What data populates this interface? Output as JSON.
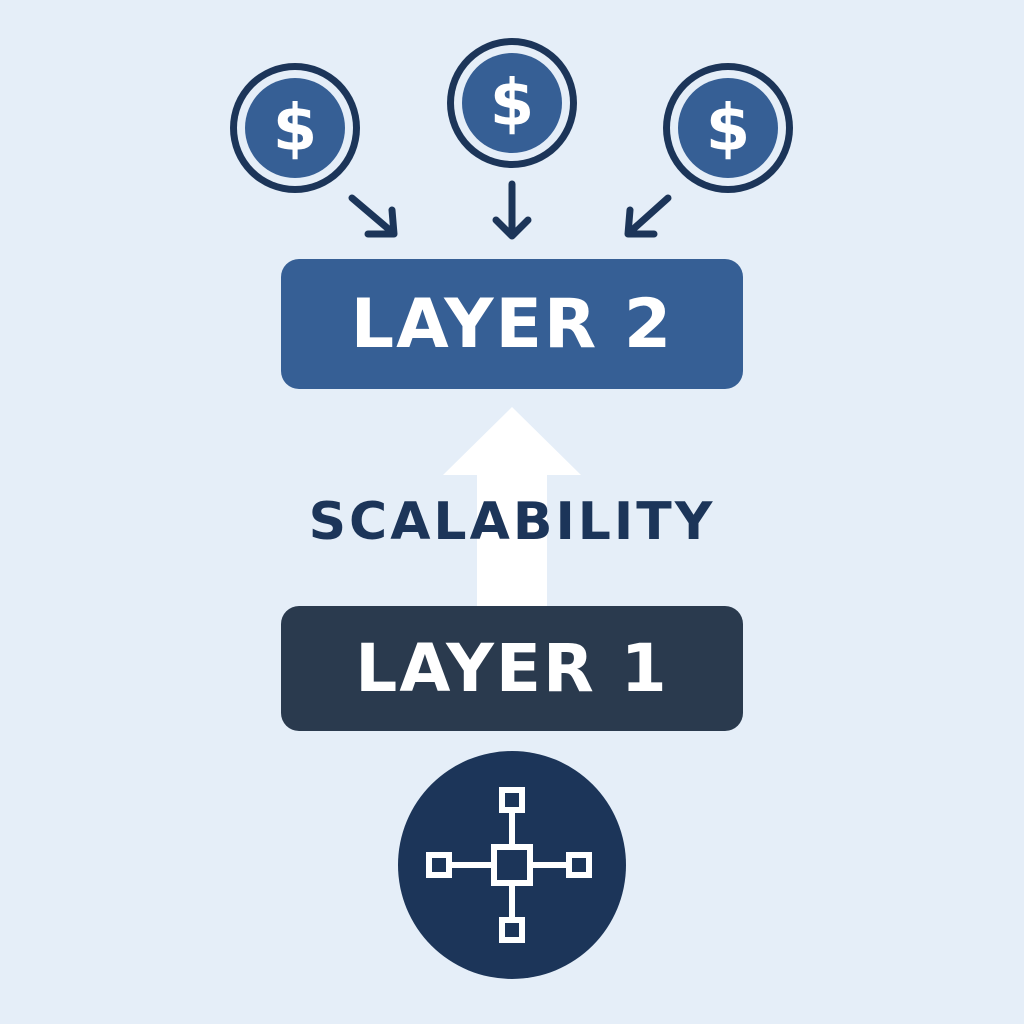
{
  "diagram": {
    "layer2_label": "LAYER 2",
    "layer1_label": "LAYER 1",
    "middle_label": "SCALABILITY",
    "coins": [
      {
        "symbol": "$",
        "icon": "dollar-coin-icon"
      },
      {
        "symbol": "$",
        "icon": "dollar-coin-icon"
      },
      {
        "symbol": "$",
        "icon": "dollar-coin-icon"
      }
    ],
    "bottom_icon": "network-nodes-icon"
  },
  "colors": {
    "background": "#e5eef8",
    "navy": "#1c3559",
    "layer2_blue": "#365f95",
    "layer1_dark": "#2a3a4e",
    "white": "#ffffff"
  }
}
